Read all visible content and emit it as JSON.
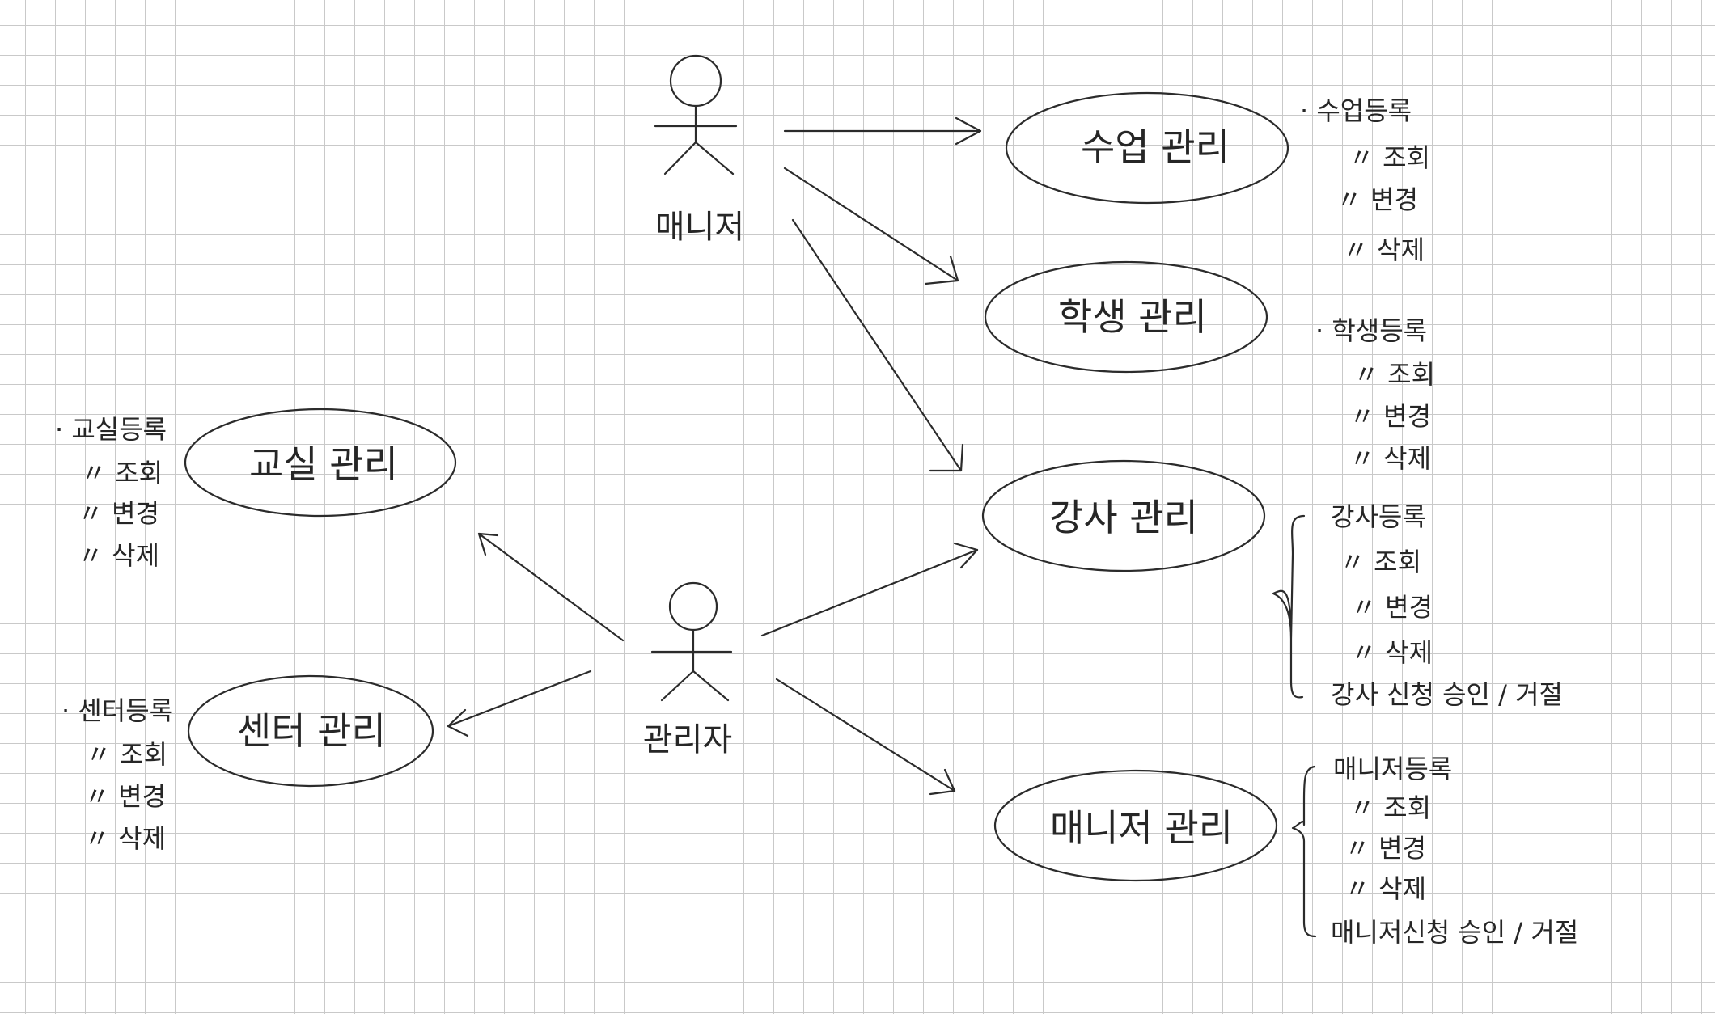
{
  "actors": {
    "manager": {
      "label": "매니저"
    },
    "admin": {
      "label": "관리자"
    }
  },
  "use_cases": {
    "class_mgmt": "수업 관리",
    "student_mgmt": "학생 관리",
    "instructor_mgmt": "강사 관리",
    "manager_mgmt": "매니저 관리",
    "classroom_mgmt": "교실 관리",
    "center_mgmt": "센터 관리"
  },
  "notes": {
    "class": [
      "· 수업등록",
      "〃 조회",
      "〃 변경",
      "〃 삭제"
    ],
    "student": [
      "· 학생등록",
      "〃 조회",
      "〃 변경",
      "〃 삭제"
    ],
    "instructor": [
      "강사등록",
      "〃 조회",
      "〃 변경",
      "〃 삭제",
      "강사 신청 승인 / 거절"
    ],
    "manager": [
      "매니저등록",
      "〃 조회",
      "〃 변경",
      "〃 삭제",
      "매니저신청 승인 / 거절"
    ],
    "classroom": [
      "· 교실등록",
      "〃 조회",
      "〃 변경",
      "〃 삭제"
    ],
    "center": [
      "· 센터등록",
      "〃 조회",
      "〃 변경",
      "〃 삭제"
    ]
  }
}
